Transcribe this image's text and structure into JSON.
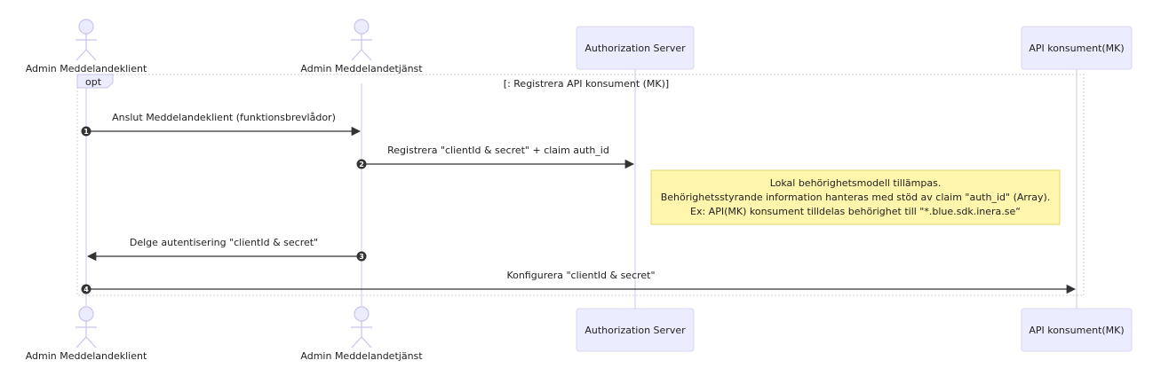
{
  "participants": {
    "p1": "Admin Meddelandeklient",
    "p2": "Admin Meddelandetjänst",
    "p3": "Authorization Server",
    "p4": "API konsument(MK)"
  },
  "loop": {
    "keyword": "opt",
    "title": "[: Registrera API konsument (MK)]"
  },
  "messages": [
    {
      "num": "1",
      "text": "Anslut Meddelandeklient (funktionsbrevlådor)"
    },
    {
      "num": "2",
      "text": "Registrera \"clientId & secret\" + claim auth_id"
    },
    {
      "num": "3",
      "text": "Delge autentisering \"clientId & secret\""
    },
    {
      "num": "4",
      "text": "Konfigurera \"clientId & secret\""
    }
  ],
  "note": {
    "line1": "Lokal behörighetsmodell tillämpas.",
    "line2": "Behörighetsstyrande information hanteras med stöd av claim \"auth_id\" (Array).",
    "line3": "Ex: API(MK) konsument tilldelas behörighet till \"*.blue.sdk.inera.se“"
  },
  "colors": {
    "actor_fill": "#ececff",
    "note_fill": "#fff5ad",
    "note_border": "#e6d76b",
    "arrow": "#333333"
  }
}
